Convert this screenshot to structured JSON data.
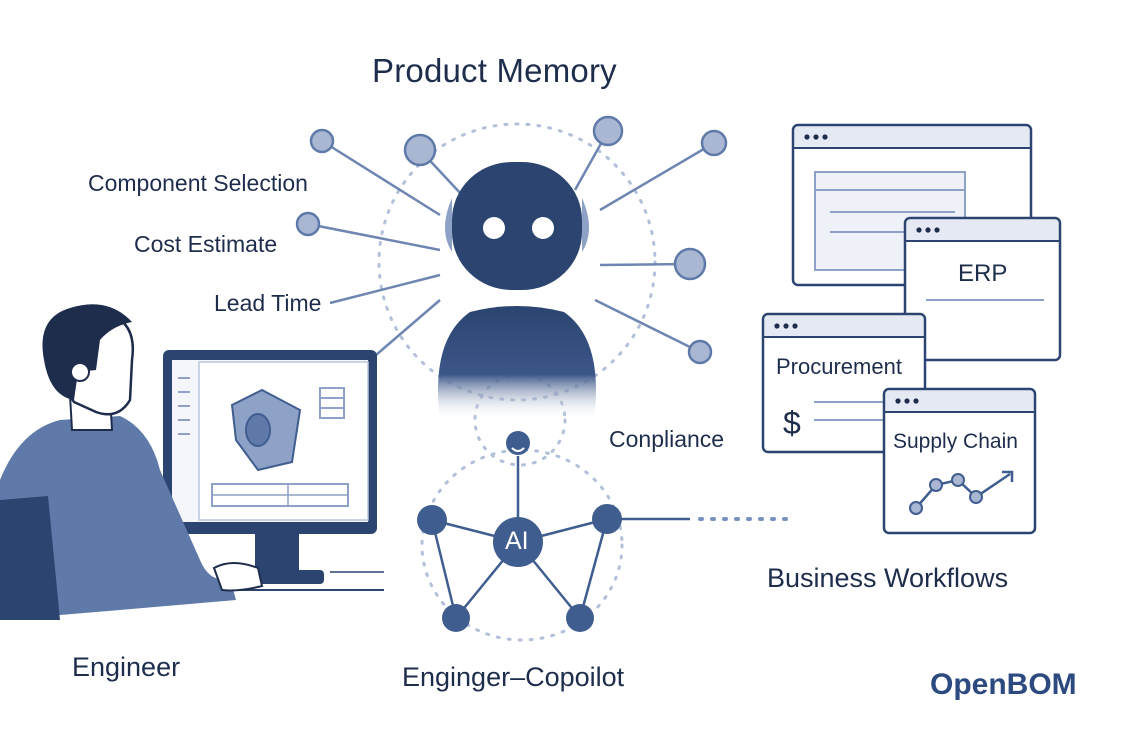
{
  "title": "Product Memory",
  "left_labels": [
    "Component Selection",
    "Cost Estimate",
    "Lead Time"
  ],
  "compliance_label": "Conpliance",
  "ai_label": "AI",
  "engineer_label": "Engineer",
  "copilot_label": "Enginger–Copoilot",
  "business_label": "Business Workflows",
  "windows": {
    "erp": "ERP",
    "procurement": "Procurement",
    "procurement_symbol": "$",
    "supply_chain": "Supply Chain"
  },
  "brand": "OpenBOM",
  "colors": {
    "navy": "#1f2d4d",
    "robot": "#2b4570",
    "node_light": "#aab7d3",
    "node_dark": "#3f5d8f",
    "line": "#5f7aa8",
    "accent": "#2c4a80"
  },
  "icons": [
    "robot-icon",
    "engineer-figure",
    "monitor-icon",
    "ai-network-icon",
    "app-window-icon",
    "trend-chart-icon"
  ]
}
